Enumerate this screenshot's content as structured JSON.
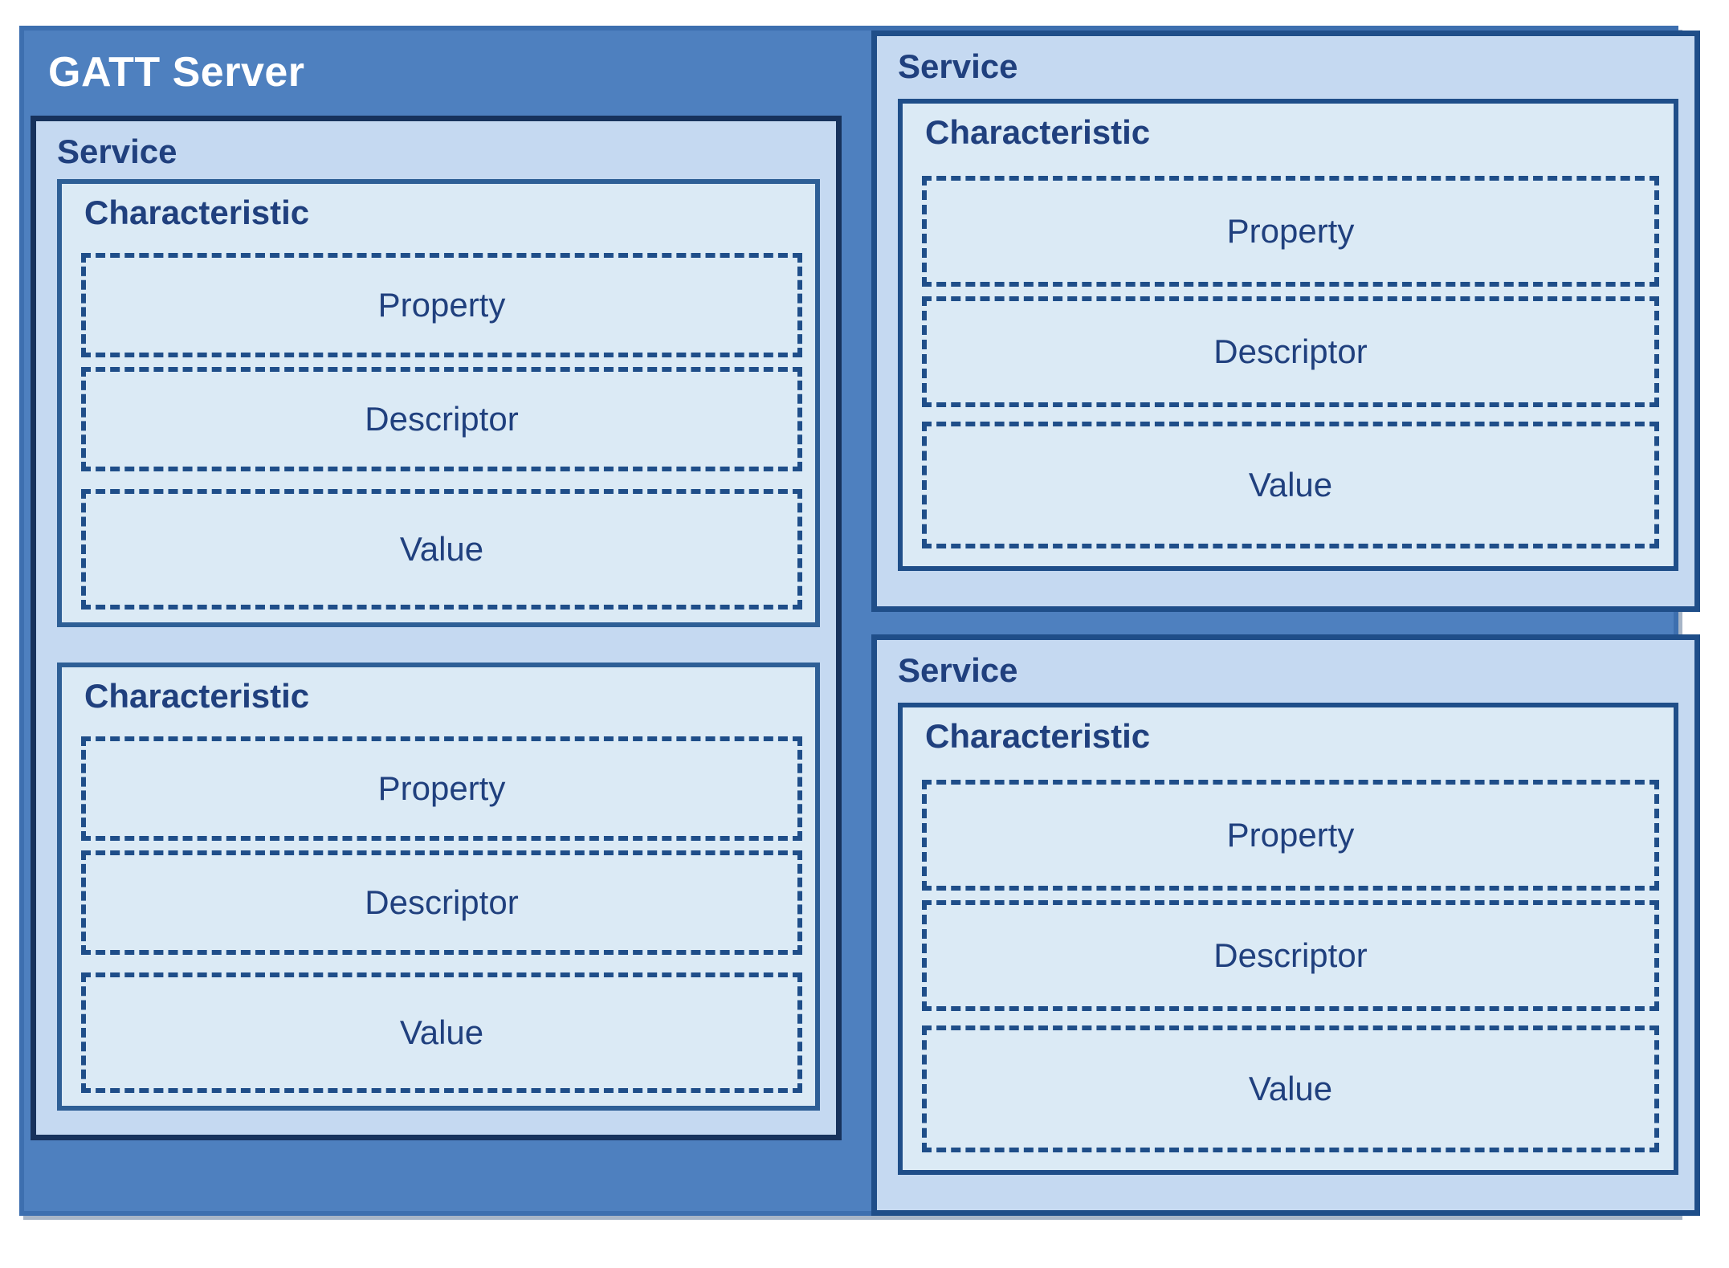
{
  "diagram": {
    "title": "GATT Server",
    "accent_outer": "#4E80BF",
    "accent_service": "#C5D9F1",
    "accent_characteristic": "#DBEAF5",
    "accent_border_dark": "#1F4E89",
    "accent_text": "#20407E",
    "accent_title_text": "#FFFFFF"
  },
  "labels": {
    "service": "Service",
    "characteristic": "Characteristic",
    "property": "Property",
    "descriptor": "Descriptor",
    "value": "Value"
  },
  "services": [
    {
      "name": "Service",
      "column": "left",
      "characteristics": [
        {
          "name": "Characteristic",
          "attributes": [
            "Property",
            "Descriptor",
            "Value"
          ]
        },
        {
          "name": "Characteristic",
          "attributes": [
            "Property",
            "Descriptor",
            "Value"
          ]
        }
      ]
    },
    {
      "name": "Service",
      "column": "right-top",
      "characteristics": [
        {
          "name": "Characteristic",
          "attributes": [
            "Property",
            "Descriptor",
            "Value"
          ]
        }
      ]
    },
    {
      "name": "Service",
      "column": "right-bottom",
      "characteristics": [
        {
          "name": "Characteristic",
          "attributes": [
            "Property",
            "Descriptor",
            "Value"
          ]
        }
      ]
    }
  ]
}
